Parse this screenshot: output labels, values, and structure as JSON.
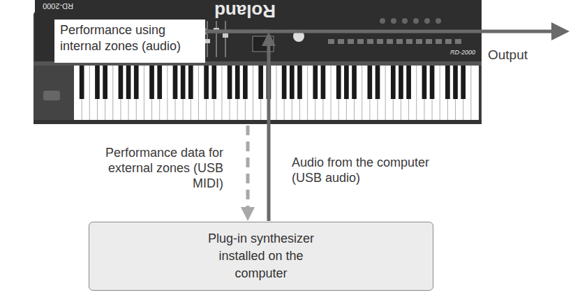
{
  "diagram": {
    "nodes": [
      {
        "text": [
          "Roland",
          "RD-2000",
          "RD-2000"
        ]
      },
      {
        "text": [
          "Performance using internal zones (audio)"
        ],
        "in": 0
      },
      {
        "text": [
          "Plug-in synthesizer installed on the computer"
        ]
      }
    ],
    "edges": [
      {
        "from": 0,
        "to": 2,
        "arrow": "to",
        "label": "Performance data for external zones (USB MIDI)"
      },
      {
        "from": 2,
        "to": 1,
        "arrow": "to",
        "label": "Audio from the computer (USB audio)"
      }
    ],
    "labels": [
      "Output"
    ]
  }
}
